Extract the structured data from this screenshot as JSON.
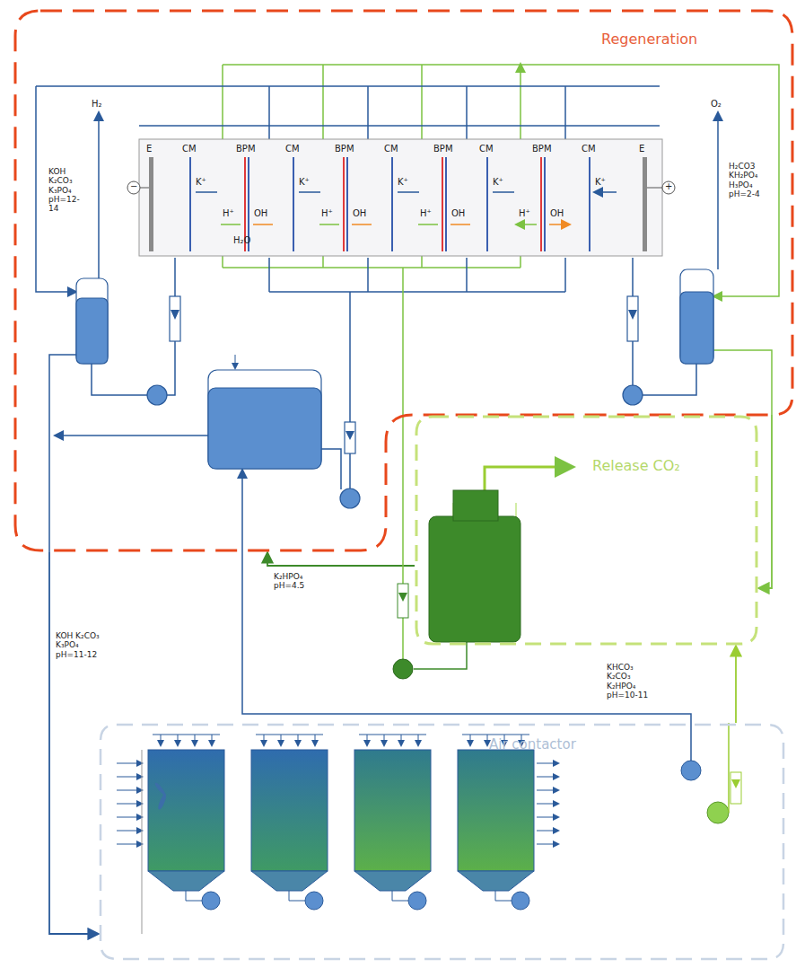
{
  "diagram": {
    "nodes": [
      {
        "text": [
          "Regeneration"
        ]
      },
      {
        "text": [
          "Release CO₂"
        ]
      },
      {
        "text": [
          "Air contactor"
        ]
      }
    ],
    "edges": [
      {
        "from": 0,
        "to": 2,
        "arrow": "to",
        "label": "KOH K₂CO₃ K₃PO₄ pH=11-12"
      },
      {
        "from": 2,
        "to": 1,
        "arrow": "to",
        "label": "KHCO₃ K₂CO₃ K₂HPO₄ pH=10-11"
      },
      {
        "from": 1,
        "to": 0,
        "arrow": "to",
        "label": "K₂HPO₄ pH=4.5"
      },
      {
        "from": 0,
        "to": 1,
        "arrow": "to"
      }
    ],
    "labels": [
      "H₂",
      "KOH K₂CO₃ K₃PO₄ pH=12-14",
      "O₂",
      "H₂CO3 KH₂PO₄ H₃PO₄ pH=2-4",
      "H₂O",
      "E",
      "CM",
      "BPM",
      "CM",
      "BPM",
      "CM",
      "BPM",
      "CM",
      "BPM",
      "CM",
      "E",
      "−",
      "+",
      "K⁺",
      "H⁺",
      "OH",
      "K⁺",
      "H⁺",
      "OH",
      "K⁺",
      "H⁺",
      "OH",
      "K⁺",
      "H⁺",
      "OH",
      "K⁺"
    ]
  }
}
